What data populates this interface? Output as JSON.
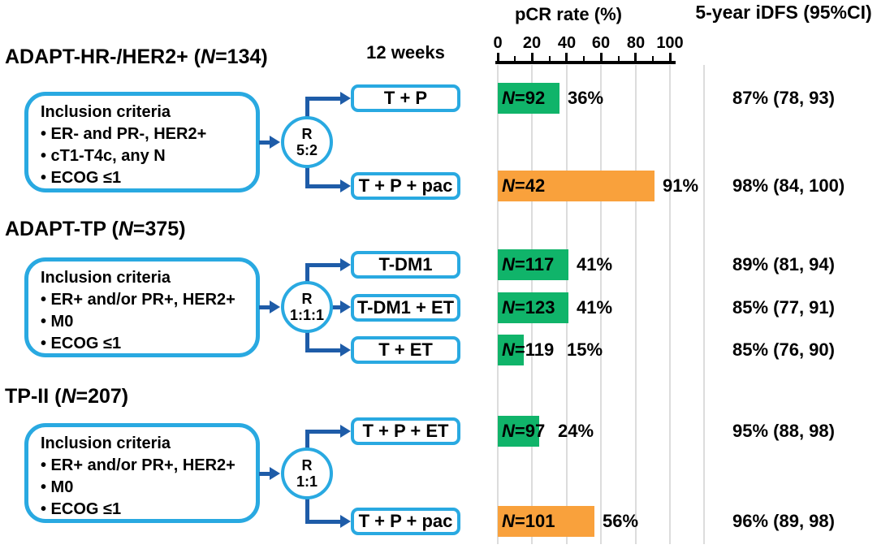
{
  "header": {
    "pcr_axis_title": "pCR rate (%)",
    "idfs_title": "5-year iDFS (95%CI)",
    "timepoint_label": "12 weeks"
  },
  "axis": {
    "tick_labels": [
      "0",
      "20",
      "40",
      "60",
      "80",
      "100"
    ]
  },
  "colors": {
    "light_blue": "#29A9E1",
    "dark_blue": "#1E5CA8",
    "green": "#10B46A",
    "orange": "#F9A13C",
    "gridline": "#DCDCDC"
  },
  "groups": [
    {
      "title_pre": "ADAPT-HR-/HER2+ (",
      "title_n": "N",
      "title_post": "=134)",
      "criteria_heading": "Inclusion criteria",
      "criteria_lines": [
        "• ER- and PR-, HER2+",
        "• cT1-T4c, any N",
        "• ECOG ≤1"
      ],
      "random_label": "R",
      "random_ratio": "5:2",
      "arms": [
        {
          "label": "T + P",
          "n_italic": "N",
          "n_rest": "=92",
          "pcr_pct": 36,
          "pcr_text": "36%",
          "idfs_text": "87% (78, 93)",
          "color": "green"
        },
        {
          "label": "T + P + pac",
          "n_italic": "N",
          "n_rest": "=42",
          "pcr_pct": 91,
          "pcr_text": "91%",
          "idfs_text": "98% (84, 100)",
          "color": "orange"
        }
      ]
    },
    {
      "title_pre": "ADAPT-TP (",
      "title_n": "N",
      "title_post": "=375)",
      "criteria_heading": "Inclusion criteria",
      "criteria_lines": [
        "• ER+ and/or PR+, HER2+",
        "• M0",
        "• ECOG ≤1"
      ],
      "random_label": "R",
      "random_ratio": "1:1:1",
      "arms": [
        {
          "label": "T-DM1",
          "n_italic": "N",
          "n_rest": "=117",
          "pcr_pct": 41,
          "pcr_text": "41%",
          "idfs_text": "89% (81, 94)",
          "color": "green"
        },
        {
          "label": "T-DM1 + ET",
          "n_italic": "N",
          "n_rest": "=123",
          "pcr_pct": 41,
          "pcr_text": "41%",
          "idfs_text": "85% (77, 91)",
          "color": "green"
        },
        {
          "label": "T + ET",
          "n_italic": "N",
          "n_rest": "=119",
          "pcr_pct": 15,
          "pcr_text": "15%",
          "idfs_text": "85% (76, 90)",
          "color": "green"
        }
      ]
    },
    {
      "title_pre": "TP-II (",
      "title_n": "N",
      "title_post": "=207)",
      "criteria_heading": "Inclusion criteria",
      "criteria_lines": [
        "• ER+ and/or PR+, HER2+",
        "• M0",
        "• ECOG ≤1"
      ],
      "random_label": "R",
      "random_ratio": "1:1",
      "arms": [
        {
          "label": "T + P + ET",
          "n_italic": "N",
          "n_rest": "=97",
          "pcr_pct": 24,
          "pcr_text": "24%",
          "idfs_text": "95% (88, 98)",
          "color": "green"
        },
        {
          "label": "T + P + pac",
          "n_italic": "N",
          "n_rest": "=101",
          "pcr_pct": 56,
          "pcr_text": "56%",
          "idfs_text": "96% (89, 98)",
          "color": "orange"
        }
      ]
    }
  ],
  "chart_data": {
    "type": "bar",
    "orientation": "horizontal",
    "title": "pCR rate (%)",
    "xlabel": "pCR rate (%)",
    "xlim": [
      0,
      100
    ],
    "x_ticks": [
      0,
      20,
      40,
      60,
      80,
      100
    ],
    "grid": true,
    "right_column_title": "5-year iDFS (95%CI)",
    "series": [
      {
        "trial": "ADAPT-HR-/HER2+ (N=134)",
        "randomization": "R 5:2",
        "arms": [
          {
            "arm": "T + P",
            "n": 92,
            "pcr_rate_pct": 36,
            "idfs_5yr": "87% (78, 93)",
            "color": "#10B46A"
          },
          {
            "arm": "T + P + pac",
            "n": 42,
            "pcr_rate_pct": 91,
            "idfs_5yr": "98% (84, 100)",
            "color": "#F9A13C"
          }
        ]
      },
      {
        "trial": "ADAPT-TP (N=375)",
        "randomization": "R 1:1:1",
        "arms": [
          {
            "arm": "T-DM1",
            "n": 117,
            "pcr_rate_pct": 41,
            "idfs_5yr": "89% (81, 94)",
            "color": "#10B46A"
          },
          {
            "arm": "T-DM1 + ET",
            "n": 123,
            "pcr_rate_pct": 41,
            "idfs_5yr": "85% (77, 91)",
            "color": "#10B46A"
          },
          {
            "arm": "T + ET",
            "n": 119,
            "pcr_rate_pct": 15,
            "idfs_5yr": "85% (76, 90)",
            "color": "#10B46A"
          }
        ]
      },
      {
        "trial": "TP-II (N=207)",
        "randomization": "R 1:1",
        "arms": [
          {
            "arm": "T + P + ET",
            "n": 97,
            "pcr_rate_pct": 24,
            "idfs_5yr": "95% (88, 98)",
            "color": "#10B46A"
          },
          {
            "arm": "T + P + pac",
            "n": 101,
            "pcr_rate_pct": 56,
            "idfs_5yr": "96% (89, 98)",
            "color": "#F9A13C"
          }
        ]
      }
    ]
  }
}
